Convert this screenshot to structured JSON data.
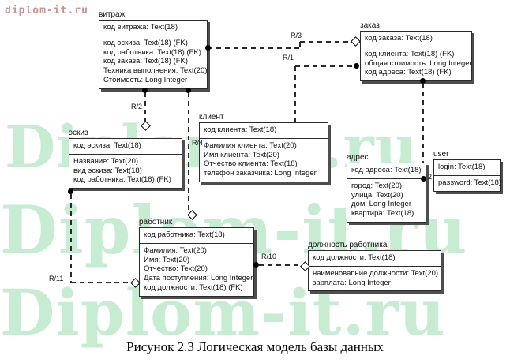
{
  "site_logo": "diplom-it.ru",
  "watermark_text": "Diplom-it.ru",
  "caption": "Рисунок 2.3 Логическая модель базы данных",
  "colors": {
    "watermark": "#c6edd1",
    "logo": "#d08f8f",
    "line": "#2a2a2a",
    "box_border": "#2b2b2b"
  },
  "entities": [
    {
      "title": "витраж",
      "pk": [
        "код витража: Text(18)"
      ],
      "attrs": [
        "код эскиза: Text(18) (FK)",
        "код работника: Text(18) (FK)",
        "код заказа: Text(18) (FK)",
        "Техника выполнения: Text(20)",
        "Стоимость: Long Integer"
      ]
    },
    {
      "title": "заказ",
      "pk": [
        "код заказа: Text(18)"
      ],
      "attrs": [
        "код клиента: Text(18) (FK)",
        "общая стоимость: Long Integer",
        "код адреса: Text(18) (FK)"
      ]
    },
    {
      "title": "эскиз",
      "pk": [
        "код эскиза: Text(18)"
      ],
      "attrs": [
        "Название: Text(20)",
        "вид эскиза: Text(18)",
        "код работника: Text(18) (FK)"
      ]
    },
    {
      "title": "клиент",
      "pk": [
        "код клиента: Text(18)"
      ],
      "attrs": [
        "Фамилия клиента: Text(20)",
        "Имя клиента: Text(20)",
        "Отчество клиента: Text(18)",
        "телефон заказчика: Long Integer"
      ]
    },
    {
      "title": "адрес",
      "pk": [
        "код адреса: Text(18)"
      ],
      "attrs": [
        "город: Text(20)",
        "улица: Text(20)",
        "дом: Long Integer",
        "квартира: Text(18)"
      ]
    },
    {
      "title": "user",
      "pk": [
        "login: Text(18)"
      ],
      "attrs": [
        "password: Text(18)"
      ]
    },
    {
      "title": "работник",
      "pk": [
        "код работника: Text(18)"
      ],
      "attrs": [
        "Фамилия: Text(20)",
        "Имя: Text(20)",
        "Отчество: Text(20)",
        "Дата поступления: Long Integer",
        "код должности: Text(18) (FK)"
      ]
    },
    {
      "title": "должность работника",
      "pk": [
        "код должности: Text(18)"
      ],
      "attrs": [
        "наименовапние должности: Text(20)",
        "зарплата: Long Integer"
      ]
    }
  ],
  "relations": [
    {
      "label": "R/3"
    },
    {
      "label": "R/1"
    },
    {
      "label": "R/2"
    },
    {
      "label": "R/4"
    },
    {
      "label": "2"
    },
    {
      "label": "R/11"
    },
    {
      "label": "R/10"
    }
  ]
}
